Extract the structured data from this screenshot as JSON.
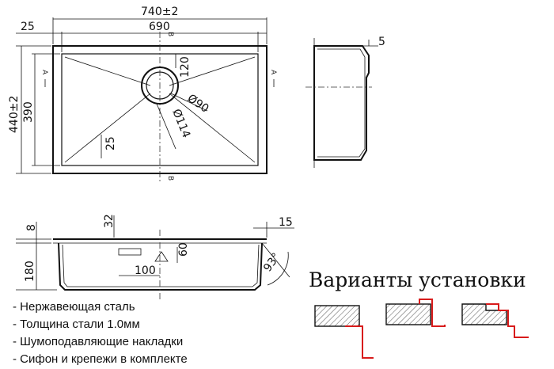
{
  "dimensions": {
    "overall_width": "740±2",
    "inner_width": "690",
    "rim_left": "25",
    "overall_depth": "440±2",
    "inner_depth": "390",
    "drain_offset": "120",
    "drain_hole": "Ø90",
    "drain_flange": "Ø114",
    "corner_radius": "25",
    "side_lip": "5",
    "rim_thickness": "8",
    "top_offset": "32",
    "side_flange": "15",
    "bowl_height": "180",
    "drain_height": "60",
    "drain_from_edge": "100",
    "wall_angle": "93°",
    "section_mark": "B",
    "axis_mark": "A"
  },
  "title": "Варианты установки",
  "features": [
    "- Нержавеющая сталь",
    "- Толщина стали 1.0мм",
    "- Шумоподавляющие накладки",
    "- Сифон и крепежи в комплекте"
  ],
  "colors": {
    "lines": "#111111",
    "installation_line": "#d81b1b",
    "countertop_hatch": "#555555"
  }
}
